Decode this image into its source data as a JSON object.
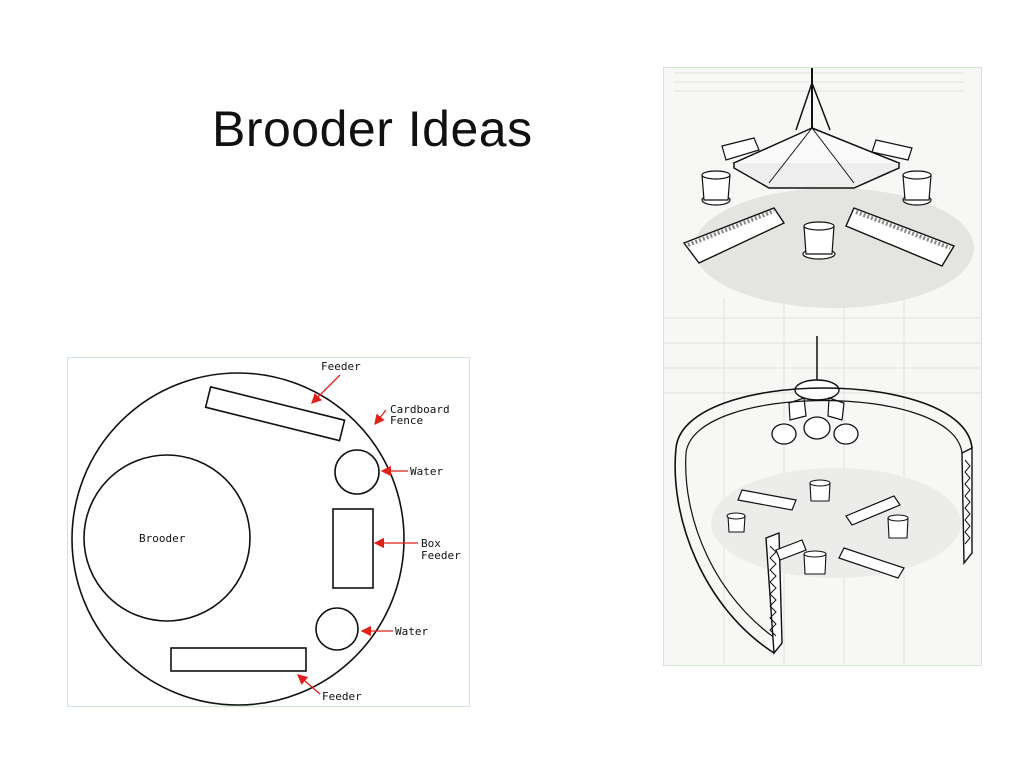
{
  "slide": {
    "title": "Brooder Ideas"
  },
  "diagram": {
    "labels": {
      "feeder_top": "Feeder",
      "fence_line1": "Cardboard",
      "fence_line2": "Fence",
      "water_top": "Water",
      "box_line1": "Box",
      "box_line2": "Feeder",
      "water_bottom": "Water",
      "feeder_bottom": "Feeder",
      "brooder": "Brooder"
    },
    "arrow_color": "#e0201a"
  }
}
